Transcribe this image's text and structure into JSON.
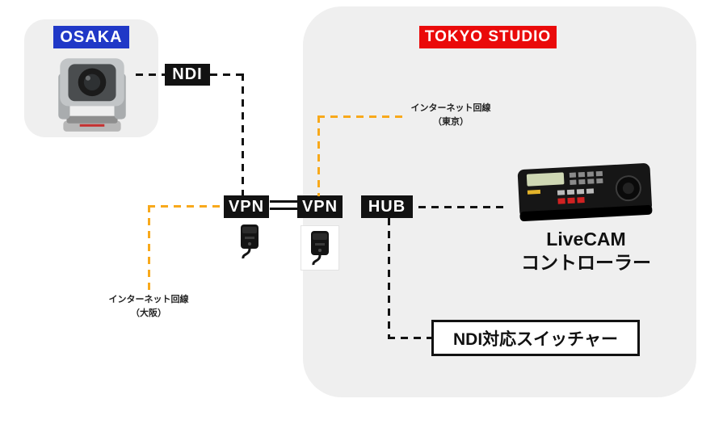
{
  "regions": {
    "osaka": {
      "label": "OSAKA"
    },
    "tokyo": {
      "label": "TOKYO STUDIO"
    }
  },
  "nodes": {
    "ndi": {
      "label": "NDI"
    },
    "vpn_osaka": {
      "label": "VPN"
    },
    "vpn_tokyo": {
      "label": "VPN"
    },
    "hub": {
      "label": "HUB"
    }
  },
  "labels": {
    "controller_line1": "LiveCAM",
    "controller_line2": "コントローラー",
    "switcher": "NDI対応スイッチャー",
    "internet_tokyo_line1": "インターネット回線",
    "internet_tokyo_line2": "（東京）",
    "internet_osaka_line1": "インターネット回線",
    "internet_osaka_line2": "（大阪）"
  },
  "colors": {
    "osaka_badge_bg": "#2038c7",
    "tokyo_badge_bg": "#ea0a0a",
    "node_bg": "#121212",
    "region_bg": "#efefef",
    "line_black": "#121212",
    "line_orange": "#f8a91b",
    "background": "#ffffff"
  }
}
